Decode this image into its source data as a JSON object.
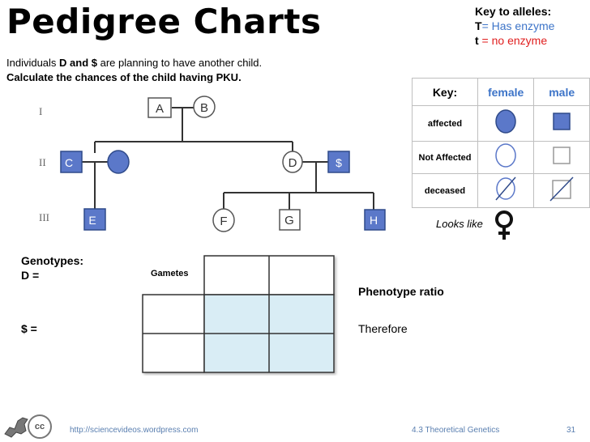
{
  "title": "Pedigree Charts",
  "intro": {
    "line1_pre": "Individuals ",
    "line1_D": "D and $",
    "line1_post": " are planning to have another child.",
    "line2": "Calculate the chances of the child having PKU."
  },
  "key_alleles": {
    "heading": "Key to alleles:",
    "T_letter": "T",
    "T_text": "= Has enzyme",
    "t_letter": "t",
    "t_text": " = no enzyme"
  },
  "key_table": {
    "header": "Key:",
    "female": "female",
    "male": "male",
    "rows": [
      "affected",
      "Not Affected",
      "deceased"
    ]
  },
  "looks_like": "Looks like",
  "generations": [
    "I",
    "II",
    "III"
  ],
  "individuals": {
    "A": "A",
    "B": "B",
    "C": "C",
    "D": "D",
    "S": "$",
    "E": "E",
    "F": "F",
    "G": "G",
    "H": "H"
  },
  "work": {
    "genotypes": "Genotypes:",
    "d_eq": "D =",
    "s_eq": "$ =",
    "gametes": "Gametes",
    "phenotype": "Phenotype ratio",
    "therefore": "Therefore"
  },
  "footer": {
    "cc": "cc",
    "url": "http://sciencevideos.wordpress.com",
    "topic": "4.3 Theoretical Genetics",
    "page": "31"
  },
  "colors": {
    "affected_fill": "#5b78c9",
    "punnett_blue": "#d9edf5",
    "accent_blue": "#3d74c8",
    "accent_red": "#e01e1e"
  }
}
